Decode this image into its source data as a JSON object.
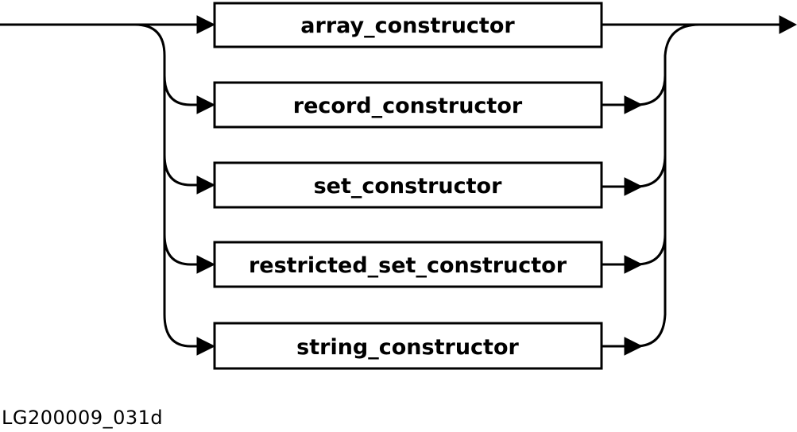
{
  "diagram": {
    "type": "syntax-railroad",
    "alternatives": [
      {
        "label": "array_constructor"
      },
      {
        "label": "record_constructor"
      },
      {
        "label": "set_constructor"
      },
      {
        "label": "restricted_set_constructor"
      },
      {
        "label": "string_constructor"
      }
    ],
    "figure_id": "LG200009_031d"
  },
  "colors": {
    "stroke": "#000000",
    "background": "#ffffff"
  }
}
